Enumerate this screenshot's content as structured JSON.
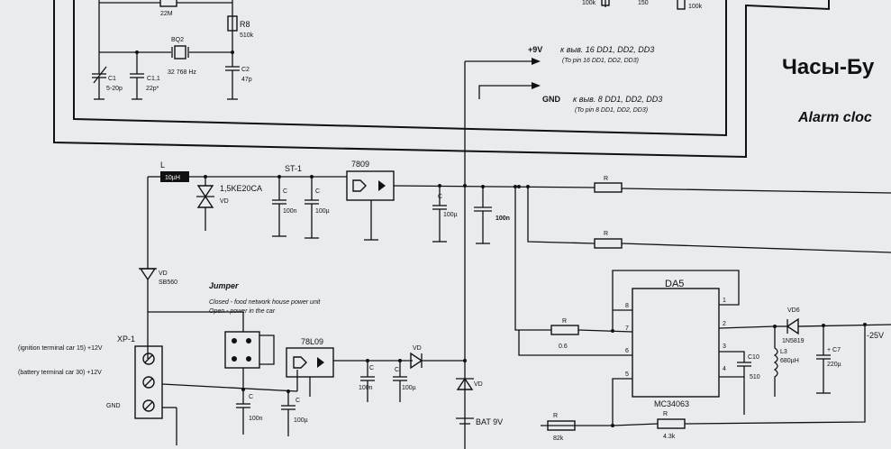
{
  "title": {
    "main": "Часы-Бу",
    "sub": "Alarm cloc"
  },
  "top": {
    "r_22m": "22M",
    "r8": "R8",
    "r8_val": "510k",
    "bq2": "BQ2",
    "bq2_freq": "32 768 Hz",
    "c1": "C1",
    "c1_val": "5-20p",
    "c11": "C1,1",
    "c11_val": "22p*",
    "c2": "C2",
    "c2_val": "47p",
    "r_100k_a": "100k",
    "r_150": "150",
    "r_100k_b": "100k"
  },
  "power_notes": {
    "v9": "+9V",
    "v9_ru": "к выв. 16 DD1, DD2, DD3",
    "v9_en": "(To pin 16 DD1, DD2, DD3)",
    "gnd": "GND",
    "gnd_ru": "к выв. 8 DD1, DD2, DD3",
    "gnd_en": "(To pin 8 DD1, DD2, DD3)"
  },
  "supply": {
    "l": "L",
    "l_val": "10µH",
    "tvs": "1,5KE20CA",
    "tvs_vd": "VD",
    "st1": "ST-1",
    "c_a": "C",
    "c_a_val": "100n",
    "c_b": "C",
    "c_b_val": "100µ",
    "reg1": "7809",
    "c_c": "C",
    "c_c_val": "100µ",
    "c_d_val": "100n",
    "r_a": "R",
    "r_b": "R"
  },
  "input": {
    "vd": "VD",
    "vd_type": "SB560",
    "jumper": "Jumper",
    "jumper_closed": "Closed - food network house power unit",
    "jumper_open": "Open - power in the car",
    "xp": "XP-1",
    "pin1": "(ignition terminal car 15) +12V",
    "pin2": "(battery terminal car 30) +12V",
    "pin3": "GND"
  },
  "lower": {
    "c_in": "C",
    "c_in_val": "100n",
    "c_in2": "C",
    "c_in2_val": "100µ",
    "reg2": "78L09",
    "c_o1": "C",
    "c_o1_val": "100n",
    "c_o2": "C",
    "c_o2_val": "100µ",
    "vd_top": "VD",
    "vd_bat": "VD",
    "bat": "BAT 9V"
  },
  "da5": {
    "name": "DA5",
    "part": "MC34063",
    "pin1": "1",
    "pin2": "2",
    "pin3": "3",
    "pin4": "4",
    "pin5": "5",
    "pin6": "6",
    "pin7": "7",
    "pin8": "8",
    "r_sense": "R",
    "r_sense_val": "0.6",
    "r_fb1": "R",
    "r_fb1_val": "82k",
    "r_fb2": "R",
    "r_fb2_val": "4.3k",
    "c10": "C10",
    "c10_val": "510",
    "vd6": "VD6",
    "vd6_type": "1N5819",
    "l3": "L3",
    "l3_val": "680µH",
    "c7": "+ C7",
    "c7_val": "220µ",
    "out": "-25V"
  }
}
